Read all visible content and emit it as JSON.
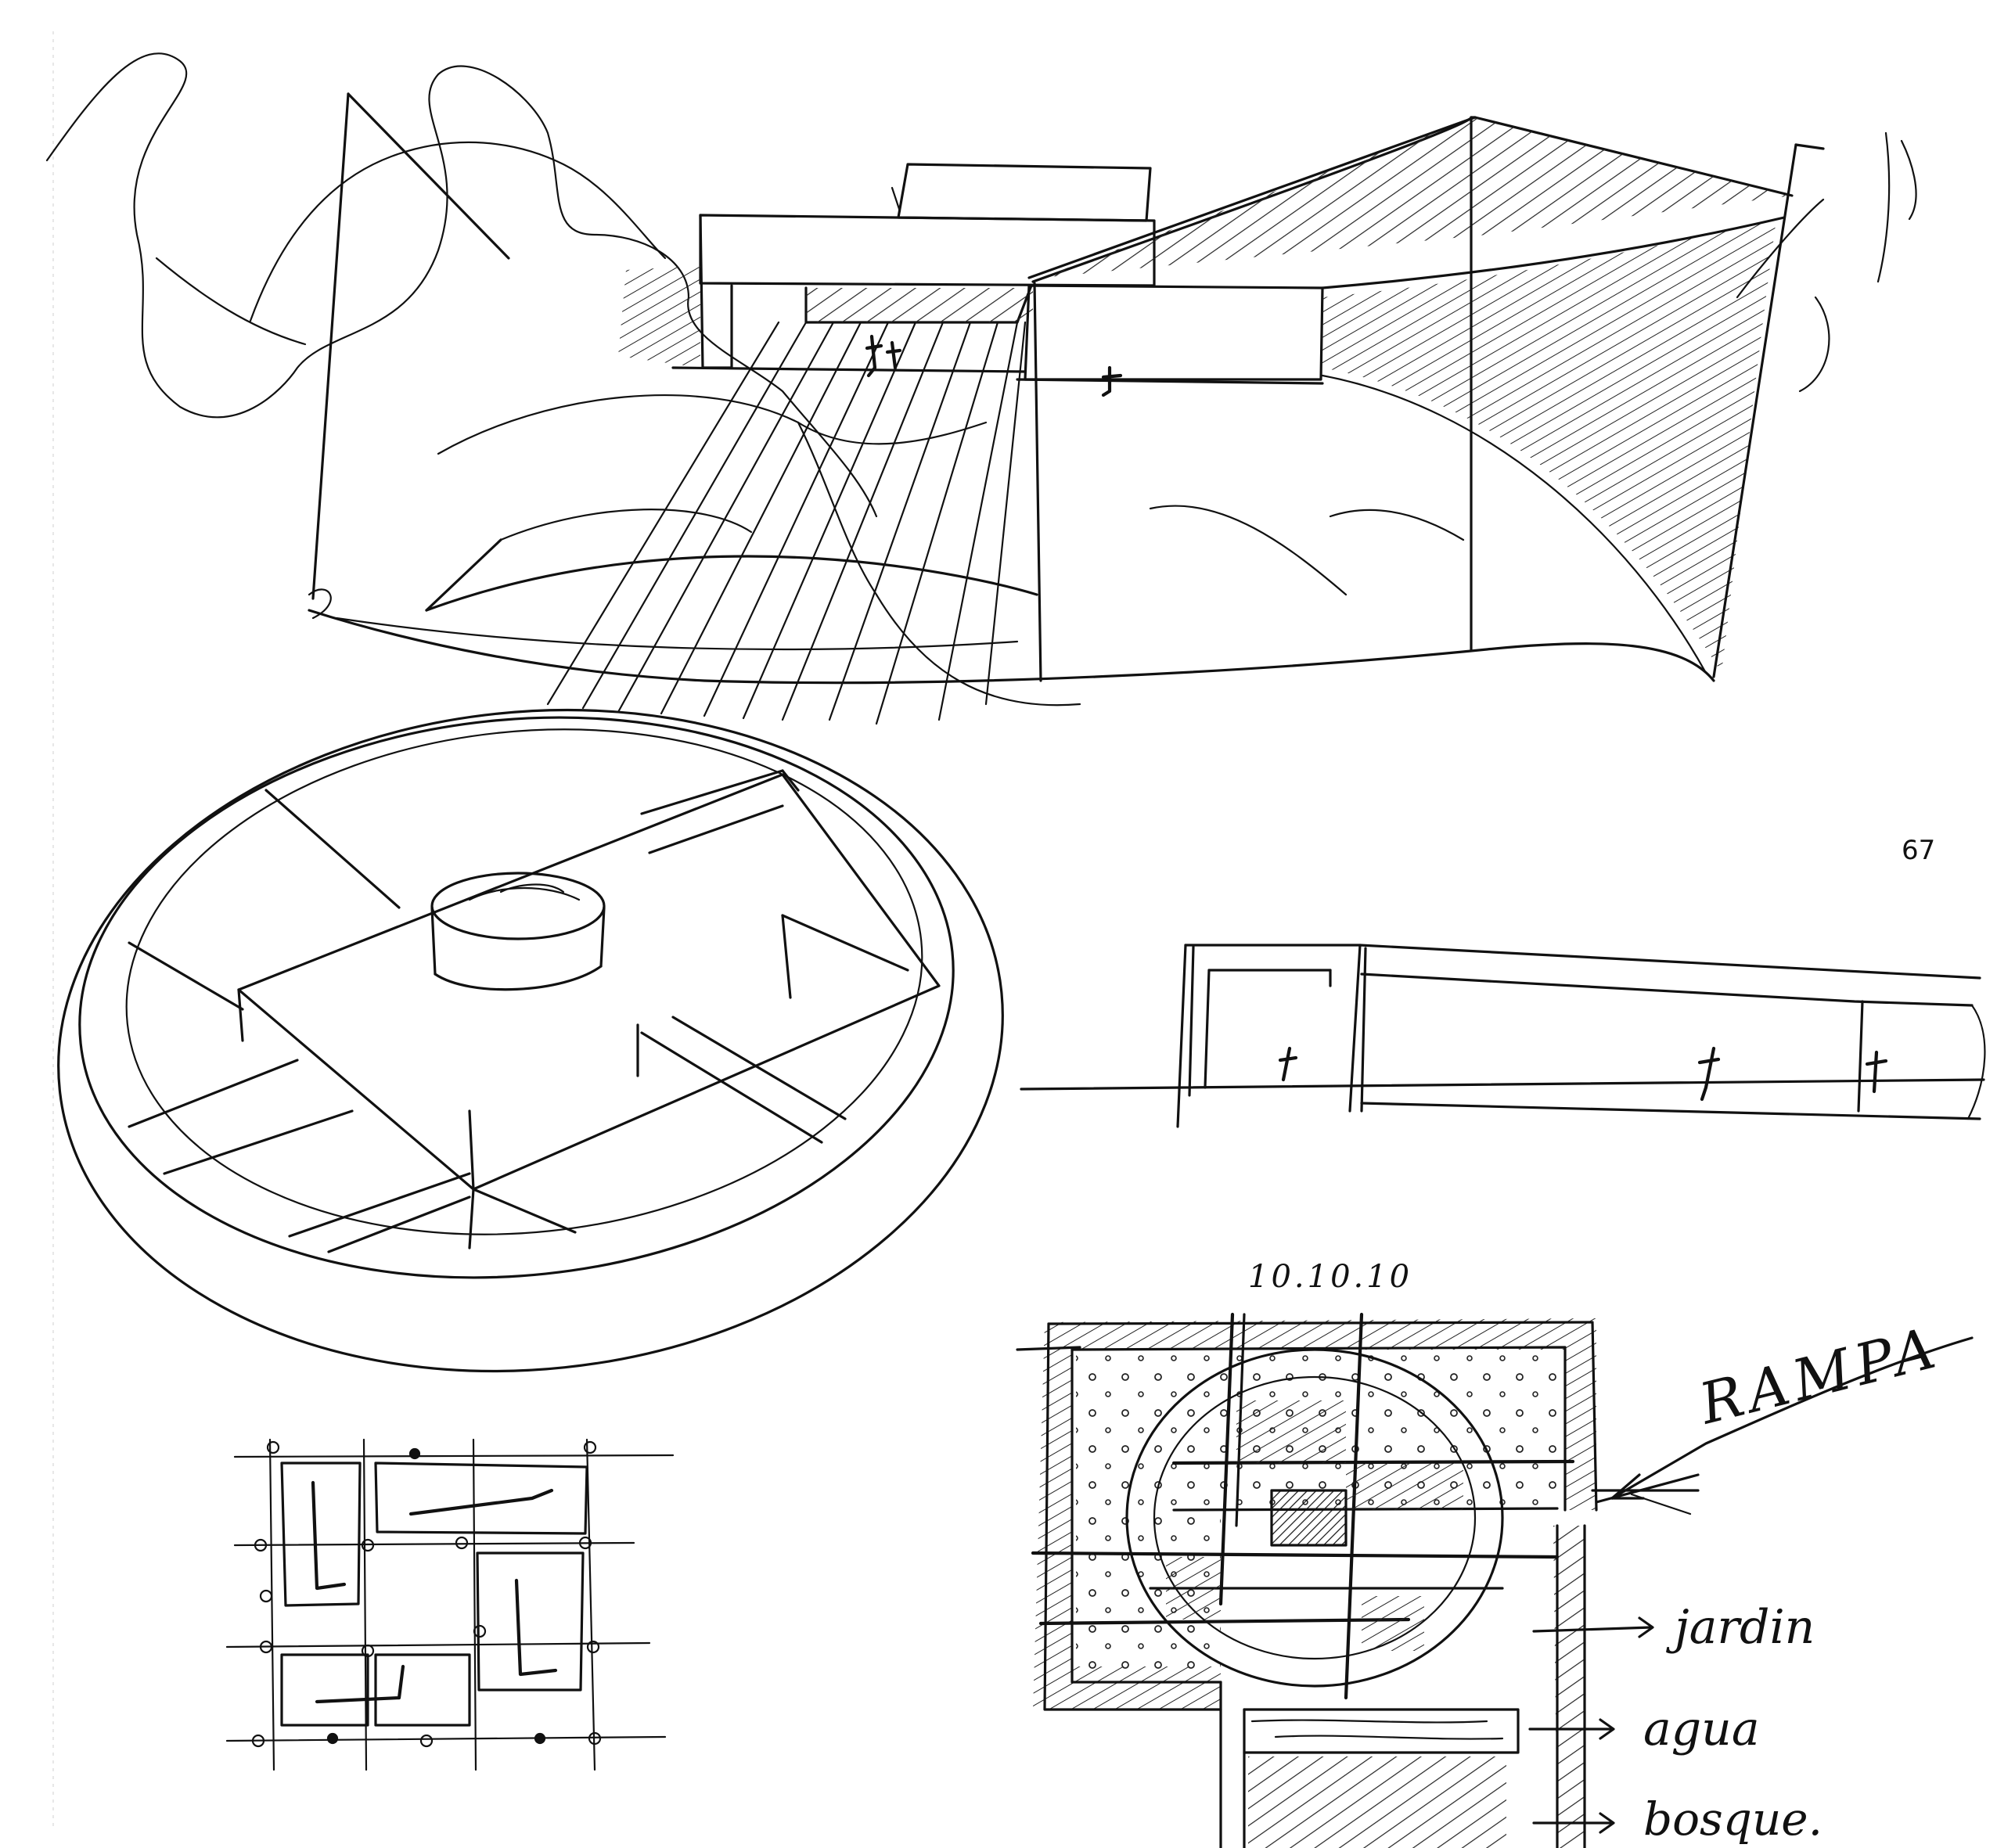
{
  "page": {
    "number": "67"
  },
  "annotations": {
    "date": "10.10.10",
    "ramp_label": "RAMPA",
    "legend": [
      {
        "label": "jardin"
      },
      {
        "label": "agua"
      },
      {
        "label": "bosque."
      }
    ]
  },
  "colors": {
    "ink": "#111111",
    "paper": "#ffffff"
  }
}
